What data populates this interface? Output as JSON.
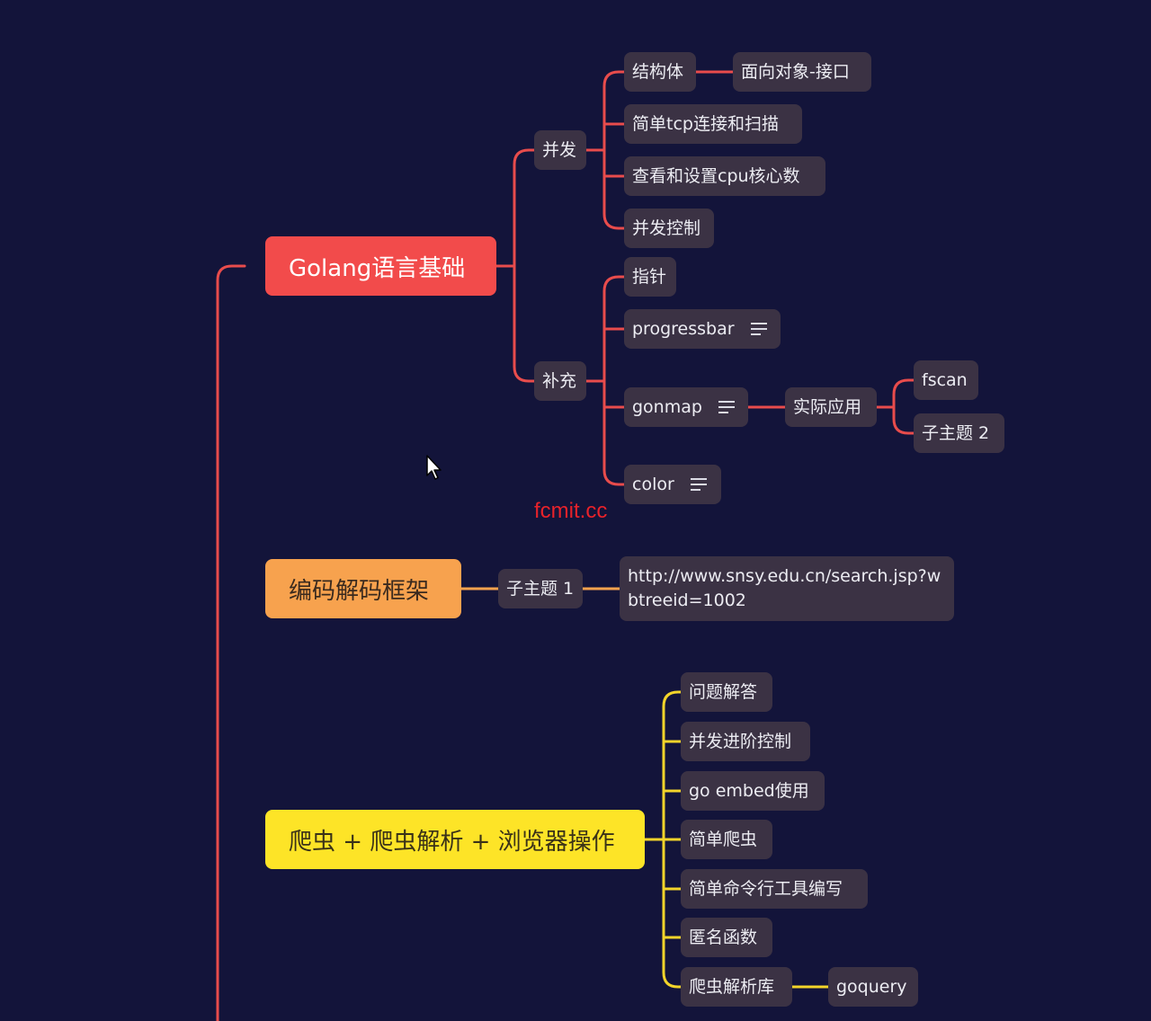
{
  "colors": {
    "background": "#13143a",
    "branch_red": "#e84c4c",
    "branch_orange": "#f7a24e",
    "branch_yellow": "#f3d42a",
    "node_bg": "#3b3244"
  },
  "watermark": "fcmit.cc",
  "branches": [
    {
      "label": "Golang语言基础",
      "children": [
        {
          "label": "并发",
          "children": [
            {
              "label": "结构体",
              "children": [
                {
                  "label": "面向对象-接口"
                }
              ]
            },
            {
              "label": "简单tcp连接和扫描"
            },
            {
              "label": "查看和设置cpu核心数"
            },
            {
              "label": "并发控制"
            }
          ]
        },
        {
          "label": "补充",
          "children": [
            {
              "label": "指针"
            },
            {
              "label": "progressbar",
              "has_note": true
            },
            {
              "label": "gonmap",
              "has_note": true,
              "children": [
                {
                  "label": "实际应用",
                  "children": [
                    {
                      "label": "fscan"
                    },
                    {
                      "label": "子主题 2"
                    }
                  ]
                }
              ]
            },
            {
              "label": "color",
              "has_note": true
            }
          ]
        }
      ]
    },
    {
      "label": "编码解码框架",
      "children": [
        {
          "label": "子主题 1",
          "children": [
            {
              "label": "http://www.snsy.edu.cn/search.jsp?wbtreeid=1002"
            }
          ]
        }
      ]
    },
    {
      "label": "爬虫 + 爬虫解析 + 浏览器操作",
      "children": [
        {
          "label": "问题解答"
        },
        {
          "label": "并发进阶控制"
        },
        {
          "label": "go embed使用"
        },
        {
          "label": "简单爬虫"
        },
        {
          "label": "简单命令行工具编写"
        },
        {
          "label": "匿名函数"
        },
        {
          "label": "爬虫解析库",
          "children": [
            {
              "label": "goquery"
            }
          ]
        }
      ]
    }
  ]
}
